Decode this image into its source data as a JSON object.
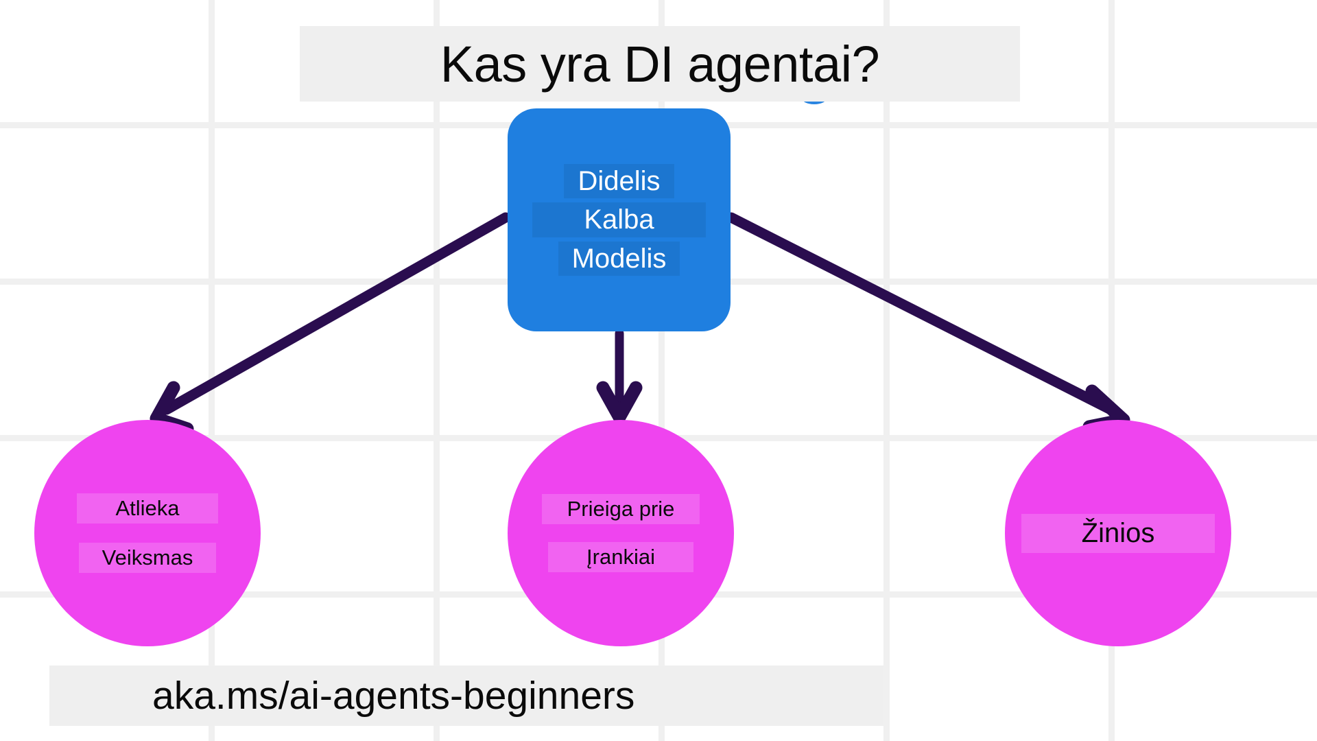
{
  "page": {
    "title": "Kas yra DI agentai?",
    "footer_link": "aka.ms/ai-agents-beginners",
    "background_color": "#ffffff",
    "grid_line_color": "#f0f0f0",
    "banner_color": "#efefef"
  },
  "diagram": {
    "type": "hierarchy",
    "root": {
      "id": "llm",
      "shape": "rounded-rect",
      "color": "#1f7fe0",
      "text_color": "#ffffff",
      "lines": [
        "Didelis",
        "Kalba",
        "Modelis"
      ]
    },
    "children": [
      {
        "id": "action",
        "shape": "circle",
        "color": "#ef44ef",
        "text_color": "#0a0a0a",
        "lines": [
          "Atlieka",
          "Veiksmas"
        ]
      },
      {
        "id": "tools",
        "shape": "circle",
        "color": "#ef44ef",
        "text_color": "#0a0a0a",
        "lines": [
          "Prieiga prie",
          "Įrankiai"
        ]
      },
      {
        "id": "knowledge",
        "shape": "circle",
        "color": "#ef44ef",
        "text_color": "#0a0a0a",
        "lines": [
          "Žinios"
        ]
      }
    ],
    "connectors": [
      {
        "id": "llm-to-action",
        "from": "llm",
        "to": "action",
        "style": "arrow",
        "color": "#2a0d4f"
      },
      {
        "id": "llm-to-tools",
        "from": "llm",
        "to": "tools",
        "style": "arrow",
        "color": "#2a0d4f"
      },
      {
        "id": "llm-to-knowledge",
        "from": "llm",
        "to": "knowledge",
        "style": "arrow",
        "color": "#2a0d4f"
      }
    ]
  }
}
